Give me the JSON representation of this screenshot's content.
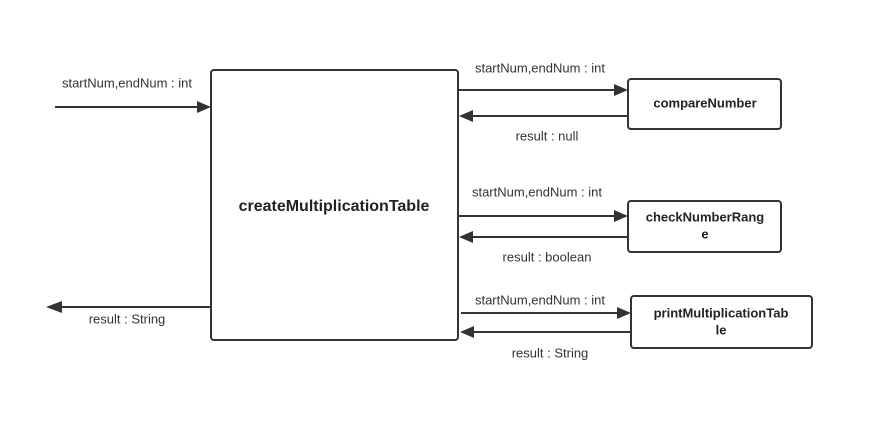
{
  "nodes": {
    "main": {
      "label": "createMultiplicationTable"
    },
    "compare": {
      "label": "compareNumber"
    },
    "check": {
      "line1": "checkNumberRang",
      "line2": "e"
    },
    "print": {
      "line1": "printMultiplicationTab",
      "line2": "le"
    }
  },
  "edges": {
    "input": {
      "label": "startNum,endNum : int"
    },
    "output": {
      "label": "result : String"
    },
    "to_compare": {
      "label": "startNum,endNum : int"
    },
    "from_compare": {
      "label": "result : null"
    },
    "to_check": {
      "label": "startNum,endNum : int"
    },
    "from_check": {
      "label": "result : boolean"
    },
    "to_print": {
      "label": "startNum,endNum : int"
    },
    "from_print": {
      "label": "result : String"
    }
  },
  "colors": {
    "stroke": "#333333",
    "text": "#222222",
    "background": "#ffffff"
  }
}
